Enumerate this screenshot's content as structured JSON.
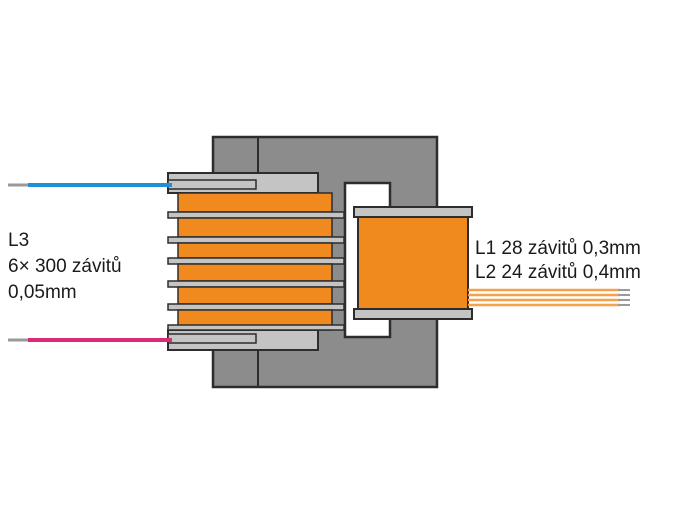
{
  "left_winding": {
    "name": "L3",
    "turns": "6× 300 závitů",
    "wire": "0,05mm"
  },
  "right_windings": {
    "l1": "L1 28 závitů 0,3mm",
    "l2": "L2 24 závitů 0,4mm"
  },
  "colors": {
    "core": "#8c8c8c",
    "core_outline": "#2d2d2d",
    "bobbin": "#c4c4c4",
    "winding": "#f08a1e",
    "wire_blue": "#1f8fd6",
    "wire_magenta": "#d92b78",
    "wire_tip": "#9a9a9a",
    "lead_orange": "#f5a04a"
  }
}
